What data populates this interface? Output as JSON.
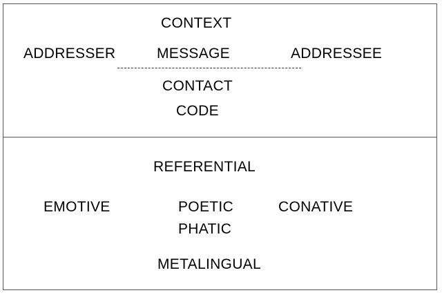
{
  "factors": {
    "context": "CONTEXT",
    "addresser": "ADDRESSER",
    "message": "MESSAGE",
    "addressee": "ADDRESSEE",
    "contact": "CONTACT",
    "code": "CODE"
  },
  "functions": {
    "referential": "REFERENTIAL",
    "emotive": "EMOTIVE",
    "poetic": "POETIC",
    "conative": "CONATIVE",
    "phatic": "PHATIC",
    "metalingual": "METALINGUAL"
  }
}
